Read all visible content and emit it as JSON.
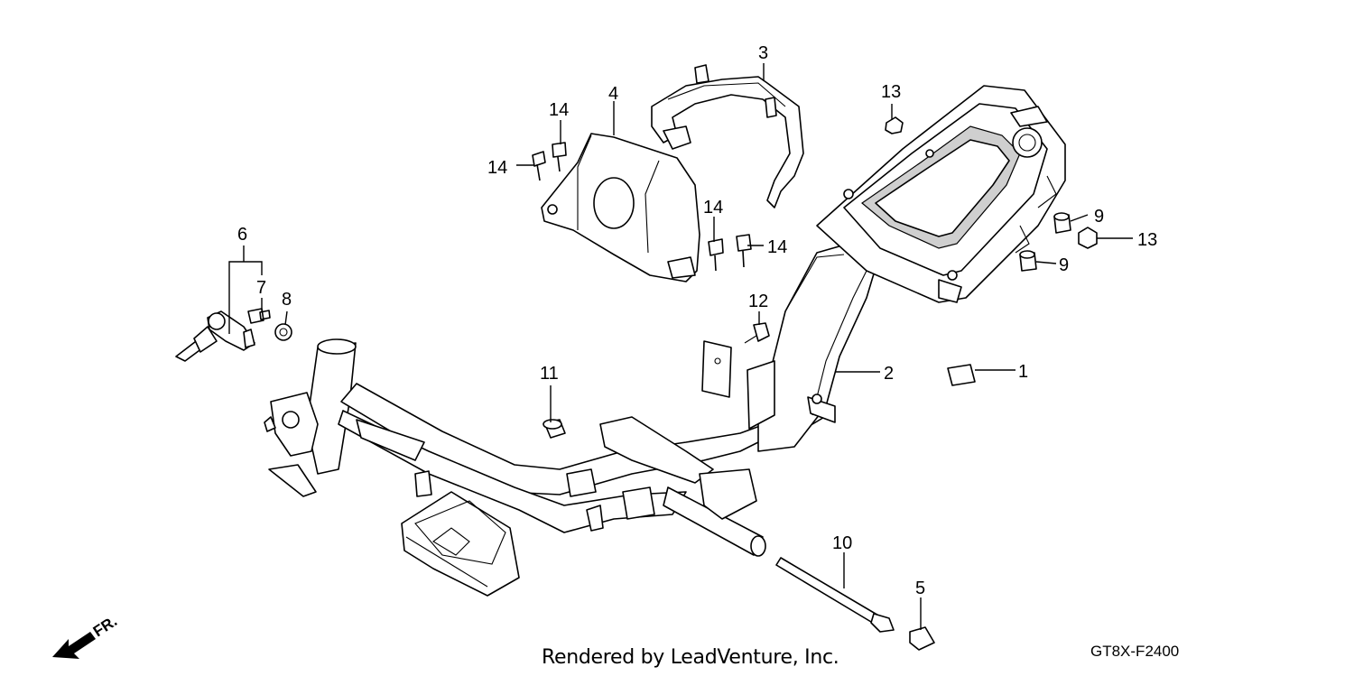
{
  "diagram": {
    "callouts": [
      {
        "id": "p1",
        "label": "1"
      },
      {
        "id": "p2",
        "label": "2"
      },
      {
        "id": "p3",
        "label": "3"
      },
      {
        "id": "p4",
        "label": "4"
      },
      {
        "id": "p5",
        "label": "5"
      },
      {
        "id": "p6",
        "label": "6"
      },
      {
        "id": "p7",
        "label": "7"
      },
      {
        "id": "p8",
        "label": "8"
      },
      {
        "id": "p9a",
        "label": "9"
      },
      {
        "id": "p9b",
        "label": "9"
      },
      {
        "id": "p10",
        "label": "10"
      },
      {
        "id": "p11",
        "label": "11"
      },
      {
        "id": "p12",
        "label": "12"
      },
      {
        "id": "p13a",
        "label": "13"
      },
      {
        "id": "p13b",
        "label": "13"
      },
      {
        "id": "p14a",
        "label": "14"
      },
      {
        "id": "p14b",
        "label": "14"
      },
      {
        "id": "p14c",
        "label": "14"
      },
      {
        "id": "p14d",
        "label": "14"
      }
    ],
    "front_marker": "FR.",
    "credit": "Rendered by LeadVenture, Inc.",
    "code": "GT8X-F2400"
  }
}
